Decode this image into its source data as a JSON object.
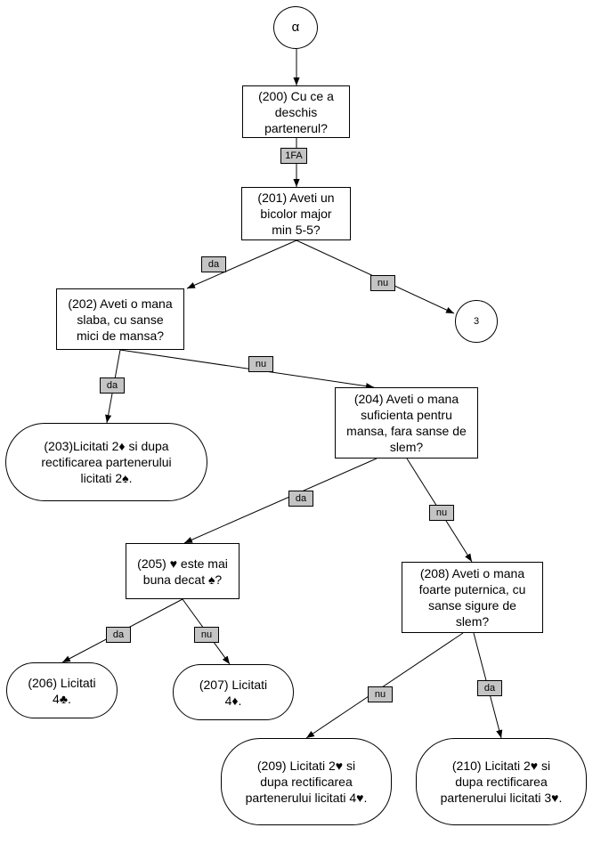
{
  "nodes": {
    "start": "α",
    "n200": "(200) Cu ce a\ndeschis\npartenerul?",
    "n201": "(201) Aveti un\nbicolor major\nmin 5-5?",
    "c3": "3",
    "n202": "(202) Aveti o mana\nslaba, cu sanse\nmici de mansa?",
    "n203": "(203)Licitati 2♦ si dupa\nrectificarea partenerului\nlicitati 2♠.",
    "n204": "(204) Aveti o mana\nsuficienta pentru\nmansa, fara sanse de\nslem?",
    "n205": "(205) ♥ este mai\nbuna decat ♠?",
    "n206": "(206) Licitati\n4♣.",
    "n207": "(207) Licitati\n4♦.",
    "n208": "(208) Aveti o mana\nfoarte puternica, cu\nsanse sigure de\nslem?",
    "n209": "(209) Licitati 2♥ si\ndupa rectificarea\npartenerului licitati 4♥.",
    "n210": "(210) Licitati 2♥ si\ndupa rectificarea\npartenerului licitati 3♥."
  },
  "edge_labels": {
    "e200_201": "1FA",
    "e201_202": "da",
    "e201_3": "nu",
    "e202_203": "da",
    "e202_204": "nu",
    "e204_205": "da",
    "e204_208": "nu",
    "e205_206": "da",
    "e205_207": "nu",
    "e208_209": "nu",
    "e208_210": "da"
  },
  "colors": {
    "label_fill": "#c4c4c4",
    "line": "#000000",
    "node_fill": "#ffffff"
  }
}
